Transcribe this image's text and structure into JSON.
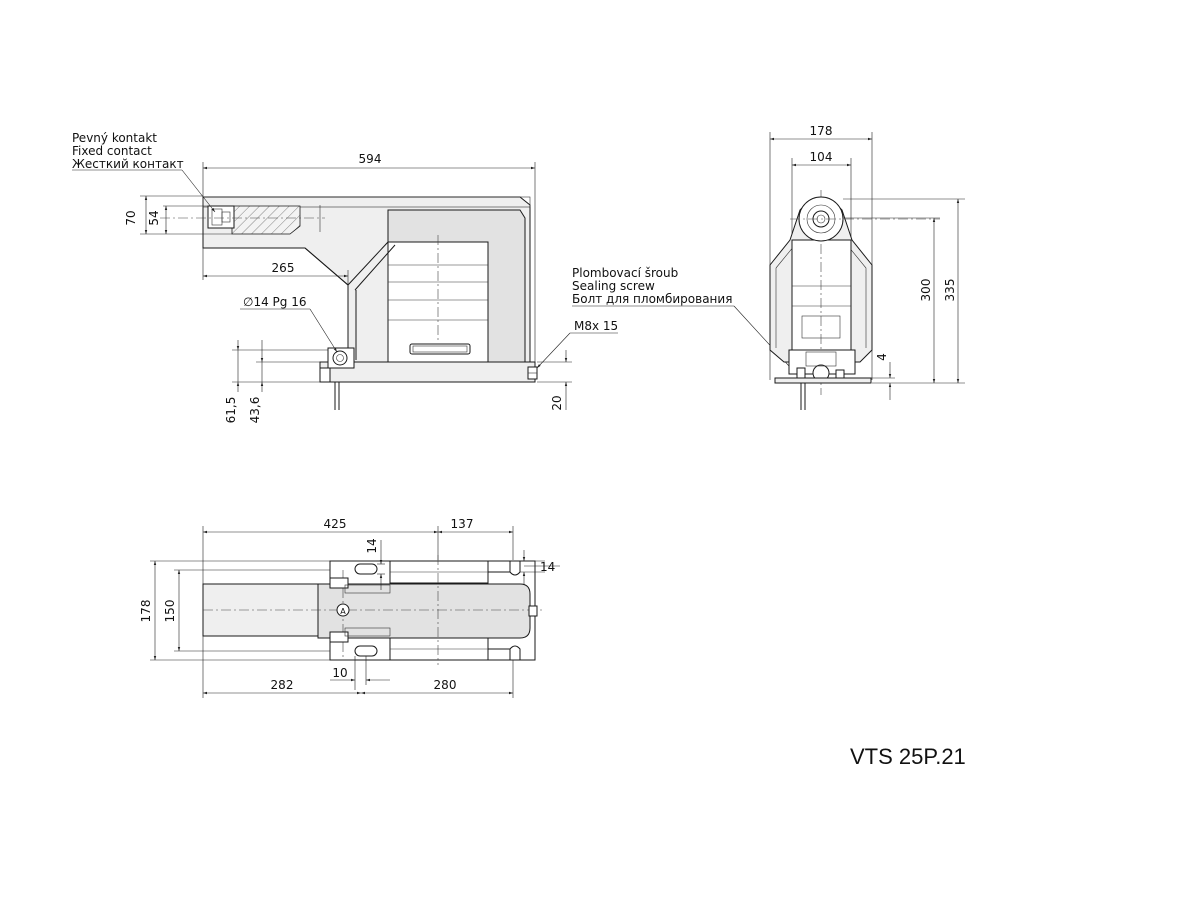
{
  "drawing": {
    "title": "VTS 25P.21",
    "labels": {
      "fixed_contact": [
        "Pevný kontakt",
        "Fixed contact",
        "Жесткий контакт"
      ],
      "sealing_screw": [
        "Plombovací šroub",
        "Sealing screw",
        "Болт для пломбирования"
      ],
      "hole_spec": "∅14 Pg 16",
      "screw_spec": "M8x 15"
    },
    "side_view": {
      "dims": {
        "length_total": "594",
        "dim_70": "70",
        "dim_54": "54",
        "dim_265": "265",
        "dim_61_5": "61,5",
        "dim_43_6": "43,6",
        "dim_20": "20"
      }
    },
    "end_view": {
      "dims": {
        "width_total": "178",
        "width_inner": "104",
        "height_300": "300",
        "height_335": "335",
        "dim_4": "4"
      }
    },
    "top_view": {
      "dims": {
        "dim_425": "425",
        "dim_137": "137",
        "dim_14_a": "14",
        "dim_14_b": "14",
        "dim_178": "178",
        "dim_150": "150",
        "dim_10": "10",
        "dim_282": "282",
        "dim_280": "280"
      }
    }
  }
}
